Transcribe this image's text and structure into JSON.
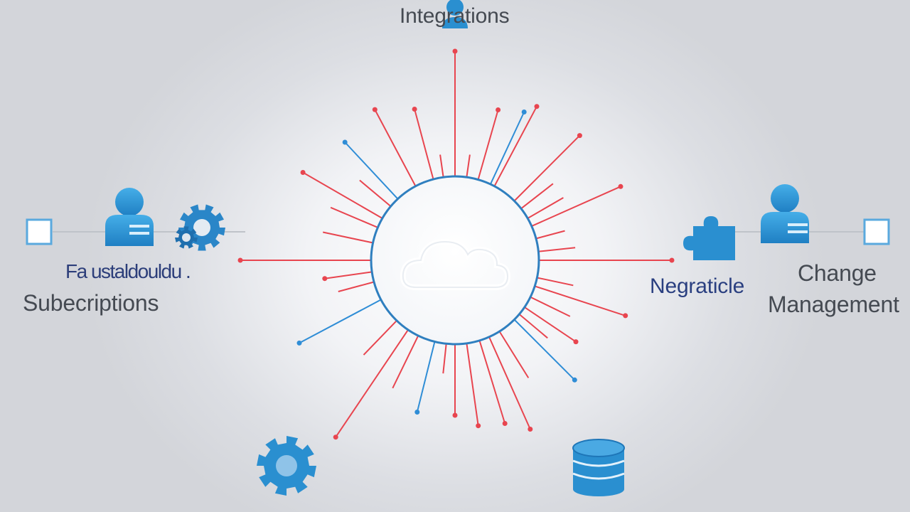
{
  "title": "Integrations",
  "left_labels": {
    "top": "Fa ustaldouldu .",
    "bottom": "Subecriptions"
  },
  "right_labels": {
    "middle": "Negraticle",
    "line1": "Change",
    "line2": "Management"
  },
  "colors": {
    "red": "#e8454f",
    "blue": "#2f8dd6",
    "icon_blue": "#2a8fd0",
    "hub_stroke": "#2f7fbf"
  },
  "icons": [
    "user-icon",
    "gear-icon",
    "puzzle-icon",
    "database-icon",
    "cloud-icon",
    "checkbox-icon"
  ]
}
